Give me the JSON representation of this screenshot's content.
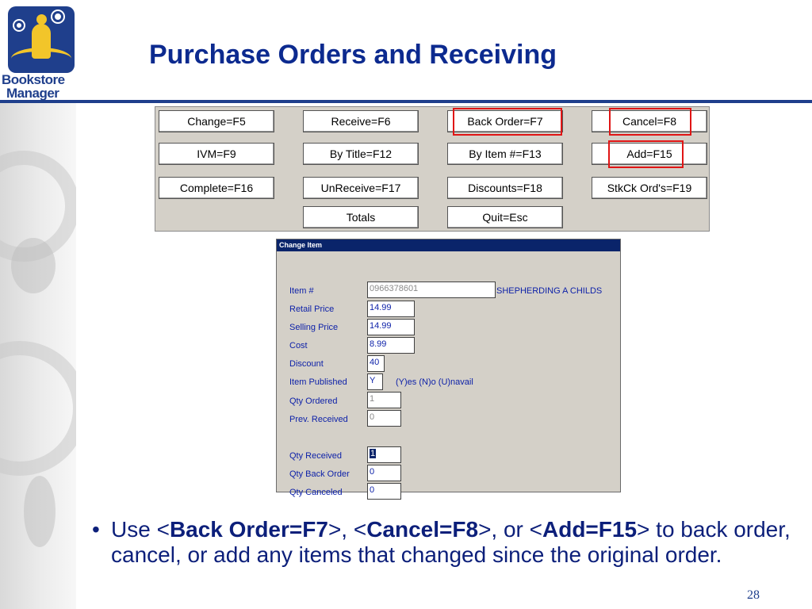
{
  "logo": {
    "line1": "Bookstore",
    "line2": "Manager",
    "icon": "bookstore-manager-logo"
  },
  "title": "Purchase Orders and Receiving",
  "function_keys": [
    {
      "label": "Change=F5"
    },
    {
      "label": "Receive=F6"
    },
    {
      "label": "Back Order=F7",
      "highlighted": true
    },
    {
      "label": "Cancel=F8",
      "highlighted": true
    },
    {
      "label": "IVM=F9"
    },
    {
      "label": "By Title=F12"
    },
    {
      "label": "By Item #=F13"
    },
    {
      "label": "Add=F15",
      "highlighted": true
    },
    {
      "label": "Complete=F16"
    },
    {
      "label": "UnReceive=F17"
    },
    {
      "label": "Discounts=F18"
    },
    {
      "label": "StkCk Ord's=F19"
    },
    {
      "label": "Totals"
    },
    {
      "label": "Quit=Esc"
    }
  ],
  "highlight_color": "#e01515",
  "dialog": {
    "title": "Change Item",
    "fields": [
      {
        "label": "Item #",
        "value": "0966378601"
      },
      {
        "label": "Retail Price",
        "value": "14.99"
      },
      {
        "label": "Selling Price",
        "value": "14.99"
      },
      {
        "label": "Cost",
        "value": "8.99"
      },
      {
        "label": "Discount",
        "value": "40"
      },
      {
        "label": "Item Published",
        "value": "Y"
      },
      {
        "label": "Qty  Ordered",
        "value": "1"
      },
      {
        "label": "Prev. Received",
        "value": "0"
      },
      {
        "label": "Qty Received",
        "value": "1"
      },
      {
        "label": "Qty Back Order",
        "value": "0"
      },
      {
        "label": "Qty Canceled",
        "value": "0"
      }
    ],
    "item_description": "SHEPHERDING A CHILDS",
    "published_hint": "(Y)es (N)o (U)navail"
  },
  "bullet": {
    "symbol": "•",
    "prefix": "Use <",
    "key1": "Back Order=F7",
    "sep1": ">, <",
    "key2": "Cancel=F8",
    "sep2": ">, or <",
    "key3": "Add=F15",
    "suffix": "> to back order, cancel, or add any items that changed since the original order."
  },
  "page_number": "28"
}
